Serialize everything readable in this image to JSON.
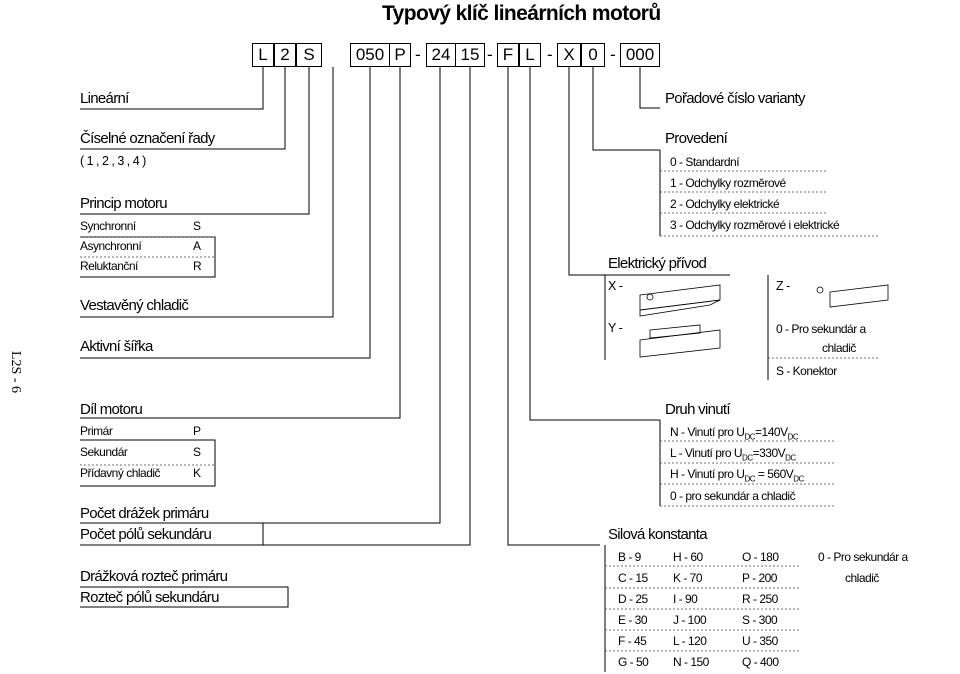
{
  "title": "Typový klíč lineárních motorů",
  "side_label": "L2S - 6",
  "code": {
    "c1": "L",
    "c2": "2",
    "c3": "S",
    "c4": "050",
    "c5": "P",
    "c6": "24",
    "c7": "15",
    "c8": "F",
    "c9": "L",
    "c10": "X",
    "c11": "0",
    "c12": "000",
    "sep": "-"
  },
  "left": {
    "linearni": "Lineární",
    "ciselne": "Číselné označení řady",
    "ciselne_values": "( 1 , 2 , 3 , 4 )",
    "princip": "Princip motoru",
    "princip_items": [
      {
        "label": "Synchronní",
        "code": "S"
      },
      {
        "label": "Asynchronní",
        "code": "A"
      },
      {
        "label": "Reluktanční",
        "code": "R"
      }
    ],
    "chladic": "Vestavěný chladič",
    "sirka": "Aktivní šířka",
    "dil": "Díl motoru",
    "dil_items": [
      {
        "label": "Primár",
        "code": "P"
      },
      {
        "label": "Sekundár",
        "code": "S"
      },
      {
        "label": "Přídavný chladič",
        "code": "K"
      }
    ],
    "pocet_drazek": "Počet drážek primáru",
    "pocet_polu": "Počet pólů sekundáru",
    "drazkova": "Drážková rozteč primáru",
    "roztec": "Rozteč pólů sekundáru"
  },
  "right": {
    "poradove": "Pořadové číslo varianty",
    "provedeni": "Provedení",
    "provedeni_items": [
      "0  -  Standardní",
      "1  -  Odchylky rozměrové",
      "2  -  Odchylky elektrické",
      "3  -  Odchylky rozměrové i elektrické"
    ],
    "privod": "Elektrický přívod",
    "privod_x": "X -",
    "privod_y": "Y -",
    "privod_z": "Z -",
    "privod_items": [
      "0   - Pro sekundár a",
      "chladič",
      "S   - Konektor"
    ],
    "druh": "Druh vinutí",
    "druh_items": [
      {
        "pre": "N  -  Vinutí pro  U",
        "sub1": "DC",
        "mid": "=140V",
        "sub2": "DC"
      },
      {
        "pre": "L  -  Vinutí  pro  U",
        "sub1": "DC",
        "mid": "=330V",
        "sub2": "DC"
      },
      {
        "pre": "H  -  Vinutí pro  U",
        "sub1": "DC",
        "mid": " = 560V",
        "sub2": "DC"
      }
    ],
    "druh_last": "0  -  pro sekundár a chladič",
    "silova": "Silová konstanta",
    "silova_rows": [
      [
        "B - 9",
        "H - 60",
        "O -  180"
      ],
      [
        "C - 15",
        "K - 70",
        "P -  200"
      ],
      [
        "D - 25",
        "I - 90",
        "R -  250"
      ],
      [
        "E - 30",
        "J - 100",
        "S -  300"
      ],
      [
        "F - 45",
        "L - 120",
        "U -  350"
      ],
      [
        "G - 50",
        "N - 150",
        "Q -  400"
      ]
    ],
    "silova_extra1": "0  - Pro sekundár a",
    "silova_extra2": "chladič"
  }
}
